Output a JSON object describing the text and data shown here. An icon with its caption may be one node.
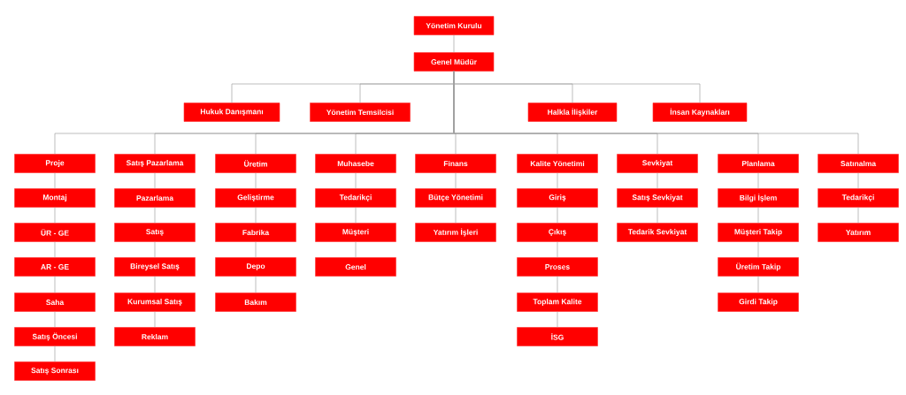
{
  "diagram": {
    "nodes": [
      {
        "text": [
          "Yönetim Kurulu"
        ]
      },
      {
        "text": [
          "Genel Müdür"
        ]
      },
      {
        "text": [
          "Hukuk Danışmanı"
        ]
      },
      {
        "text": [
          "Yönetim Temsilcisi"
        ]
      },
      {
        "text": [
          "Halkla İlişkiler"
        ]
      },
      {
        "text": [
          "İnsan Kaynakları"
        ]
      },
      {
        "text": [
          "Proje"
        ]
      },
      {
        "text": [
          "Montaj"
        ]
      },
      {
        "text": [
          "ÜR - GE"
        ]
      },
      {
        "text": [
          "AR - GE"
        ]
      },
      {
        "text": [
          "Saha"
        ]
      },
      {
        "text": [
          "Satış Öncesi"
        ]
      },
      {
        "text": [
          "Satış Sonrası"
        ]
      },
      {
        "text": [
          "Satış Pazarlama"
        ]
      },
      {
        "text": [
          "Pazarlama"
        ]
      },
      {
        "text": [
          "Satış"
        ]
      },
      {
        "text": [
          "Bireysel Satış"
        ]
      },
      {
        "text": [
          "Kurumsal Satış"
        ]
      },
      {
        "text": [
          "Reklam"
        ]
      },
      {
        "text": [
          "Üretim"
        ]
      },
      {
        "text": [
          "Geliştirme"
        ]
      },
      {
        "text": [
          "Fabrika"
        ]
      },
      {
        "text": [
          "Depo"
        ]
      },
      {
        "text": [
          "Bakım"
        ]
      },
      {
        "text": [
          "Muhasebe"
        ]
      },
      {
        "text": [
          "Tedarikçi"
        ]
      },
      {
        "text": [
          "Müşteri"
        ]
      },
      {
        "text": [
          "Genel"
        ]
      },
      {
        "text": [
          "Finans"
        ]
      },
      {
        "text": [
          "Bütçe Yönetimi"
        ]
      },
      {
        "text": [
          "Yatırım İşleri"
        ]
      },
      {
        "text": [
          "Kalite Yönetimi"
        ]
      },
      {
        "text": [
          "Giriş"
        ]
      },
      {
        "text": [
          "Çıkış"
        ]
      },
      {
        "text": [
          "Proses"
        ]
      },
      {
        "text": [
          "Toplam Kalite"
        ]
      },
      {
        "text": [
          "İSG"
        ]
      },
      {
        "text": [
          "Sevkiyat"
        ]
      },
      {
        "text": [
          "Satış Sevkiyat"
        ]
      },
      {
        "text": [
          "Tedarik Sevkiyat"
        ]
      },
      {
        "text": [
          "Planlama"
        ]
      },
      {
        "text": [
          "Bilgi İşlem"
        ]
      },
      {
        "text": [
          "Müşteri Takip"
        ]
      },
      {
        "text": [
          "Üretim Takip"
        ]
      },
      {
        "text": [
          "Girdi Takip"
        ]
      },
      {
        "text": [
          "Satınalma"
        ]
      },
      {
        "text": [
          "Tedarikçi"
        ]
      },
      {
        "text": [
          "Yatırım"
        ]
      }
    ],
    "edges": [
      {
        "from": 0,
        "to": 1,
        "arrow": "none"
      },
      {
        "from": 1,
        "to": 2,
        "arrow": "none"
      },
      {
        "from": 1,
        "to": 3,
        "arrow": "none"
      },
      {
        "from": 1,
        "to": 4,
        "arrow": "none"
      },
      {
        "from": 1,
        "to": 5,
        "arrow": "none"
      },
      {
        "from": 1,
        "to": 6,
        "arrow": "none"
      },
      {
        "from": 1,
        "to": 13,
        "arrow": "none"
      },
      {
        "from": 1,
        "to": 19,
        "arrow": "none"
      },
      {
        "from": 1,
        "to": 24,
        "arrow": "none"
      },
      {
        "from": 1,
        "to": 28,
        "arrow": "none"
      },
      {
        "from": 1,
        "to": 31,
        "arrow": "none"
      },
      {
        "from": 1,
        "to": 37,
        "arrow": "none"
      },
      {
        "from": 1,
        "to": 40,
        "arrow": "none"
      },
      {
        "from": 1,
        "to": 45,
        "arrow": "none"
      },
      {
        "from": 6,
        "to": 7,
        "arrow": "none"
      },
      {
        "from": 7,
        "to": 8,
        "arrow": "none"
      },
      {
        "from": 8,
        "to": 9,
        "arrow": "none"
      },
      {
        "from": 9,
        "to": 10,
        "arrow": "none"
      },
      {
        "from": 10,
        "to": 11,
        "arrow": "none"
      },
      {
        "from": 11,
        "to": 12,
        "arrow": "none"
      },
      {
        "from": 13,
        "to": 14,
        "arrow": "none"
      },
      {
        "from": 14,
        "to": 15,
        "arrow": "none"
      },
      {
        "from": 15,
        "to": 16,
        "arrow": "none"
      },
      {
        "from": 16,
        "to": 17,
        "arrow": "none"
      },
      {
        "from": 17,
        "to": 18,
        "arrow": "none"
      },
      {
        "from": 19,
        "to": 20,
        "arrow": "none"
      },
      {
        "from": 20,
        "to": 21,
        "arrow": "none"
      },
      {
        "from": 21,
        "to": 22,
        "arrow": "none"
      },
      {
        "from": 22,
        "to": 23,
        "arrow": "none"
      },
      {
        "from": 24,
        "to": 25,
        "arrow": "none"
      },
      {
        "from": 25,
        "to": 26,
        "arrow": "none"
      },
      {
        "from": 26,
        "to": 27,
        "arrow": "none"
      },
      {
        "from": 28,
        "to": 29,
        "arrow": "none"
      },
      {
        "from": 29,
        "to": 30,
        "arrow": "none"
      },
      {
        "from": 31,
        "to": 32,
        "arrow": "none"
      },
      {
        "from": 32,
        "to": 33,
        "arrow": "none"
      },
      {
        "from": 33,
        "to": 34,
        "arrow": "none"
      },
      {
        "from": 34,
        "to": 35,
        "arrow": "none"
      },
      {
        "from": 35,
        "to": 36,
        "arrow": "none"
      },
      {
        "from": 37,
        "to": 38,
        "arrow": "none"
      },
      {
        "from": 38,
        "to": 39,
        "arrow": "none"
      },
      {
        "from": 40,
        "to": 41,
        "arrow": "none"
      },
      {
        "from": 41,
        "to": 42,
        "arrow": "none"
      },
      {
        "from": 42,
        "to": 43,
        "arrow": "none"
      },
      {
        "from": 43,
        "to": 44,
        "arrow": "none"
      },
      {
        "from": 45,
        "to": 46,
        "arrow": "none"
      },
      {
        "from": 46,
        "to": 47,
        "arrow": "none"
      }
    ]
  }
}
